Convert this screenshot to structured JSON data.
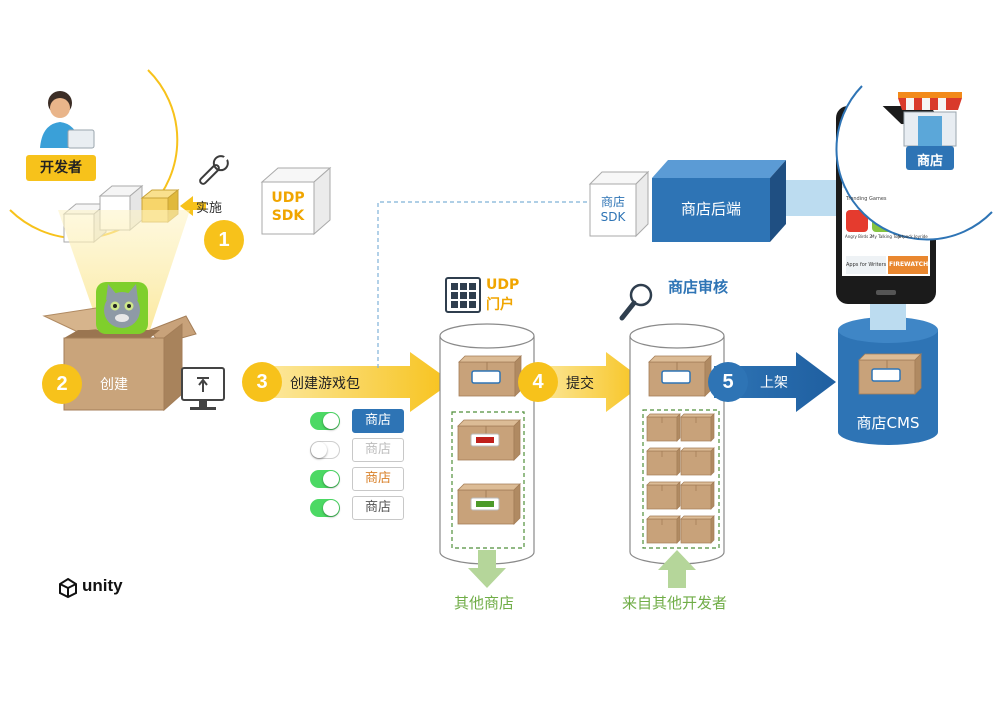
{
  "developer": {
    "label": "开发者"
  },
  "step1": {
    "number": "1",
    "label": "实施"
  },
  "udp_sdk": {
    "line1": "UDP",
    "line2": "SDK"
  },
  "step2": {
    "number": "2",
    "label": "创建"
  },
  "step3": {
    "number": "3",
    "label": "创建游戏包"
  },
  "stores_toggles": [
    {
      "label": "商店",
      "on": true,
      "style": "selected"
    },
    {
      "label": "商店",
      "on": false,
      "style": "disabled"
    },
    {
      "label": "商店",
      "on": true,
      "style": "orange"
    },
    {
      "label": "商店",
      "on": true,
      "style": "normal"
    }
  ],
  "udp_portal": {
    "line1": "UDP",
    "line2": "门户"
  },
  "step4": {
    "number": "4",
    "label": "提交"
  },
  "store_review": {
    "label": "商店审核"
  },
  "step5": {
    "number": "5",
    "label": "上架"
  },
  "store_cms": {
    "label": "商店CMS"
  },
  "store_backend": {
    "label": "商店后端",
    "sdk_line1": "商店",
    "sdk_line2": "SDK"
  },
  "store_badge": {
    "label": "商店"
  },
  "phone_screen": {
    "section": "Trending Games",
    "games": [
      "Angry Birds 2",
      "My Talking Tom",
      "Jetpack Joyride"
    ],
    "banner_left": "Apps for Writers",
    "banner_right": "FIREWATCH"
  },
  "other_stores": {
    "label": "其他商店"
  },
  "other_developers": {
    "label": "来自其他开发者"
  },
  "unity_logo": {
    "label": "unity"
  },
  "colors": {
    "yellow": "#f7c21b",
    "blue": "#2e74b5",
    "green": "#70ad47",
    "box": "#c8a27a"
  }
}
